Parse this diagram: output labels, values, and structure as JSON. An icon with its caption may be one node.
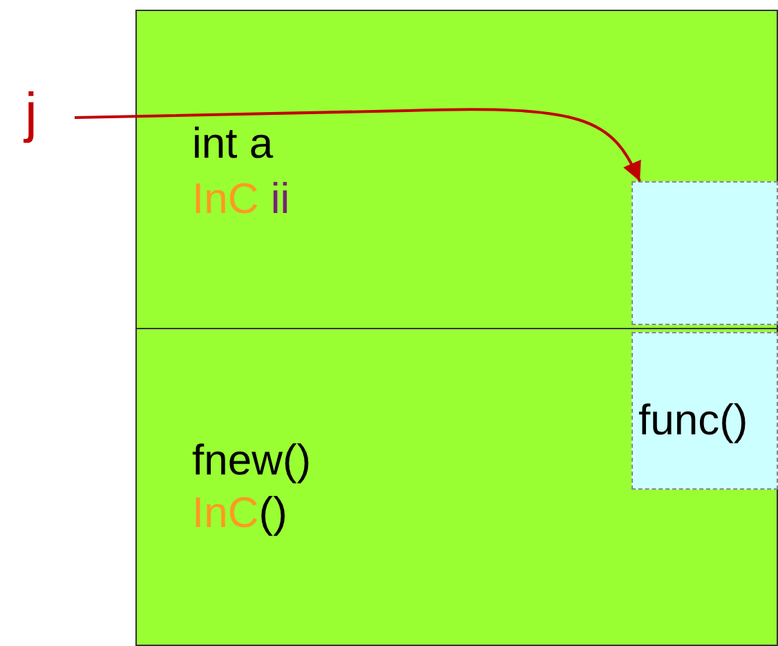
{
  "diagram": {
    "nodes": [
      {
        "text": [
          "int a",
          "InC ii"
        ]
      },
      {
        "text": [],
        "shape": "box",
        "in": 0
      },
      {
        "text": [
          "fnew()",
          "InC()"
        ]
      },
      {
        "text": [
          "func()"
        ],
        "in": 2
      },
      {
        "text": [
          "j"
        ]
      }
    ],
    "edges": [
      {
        "from": 4,
        "to": 1,
        "arrow": "to",
        "color": "#c00000"
      }
    ]
  }
}
